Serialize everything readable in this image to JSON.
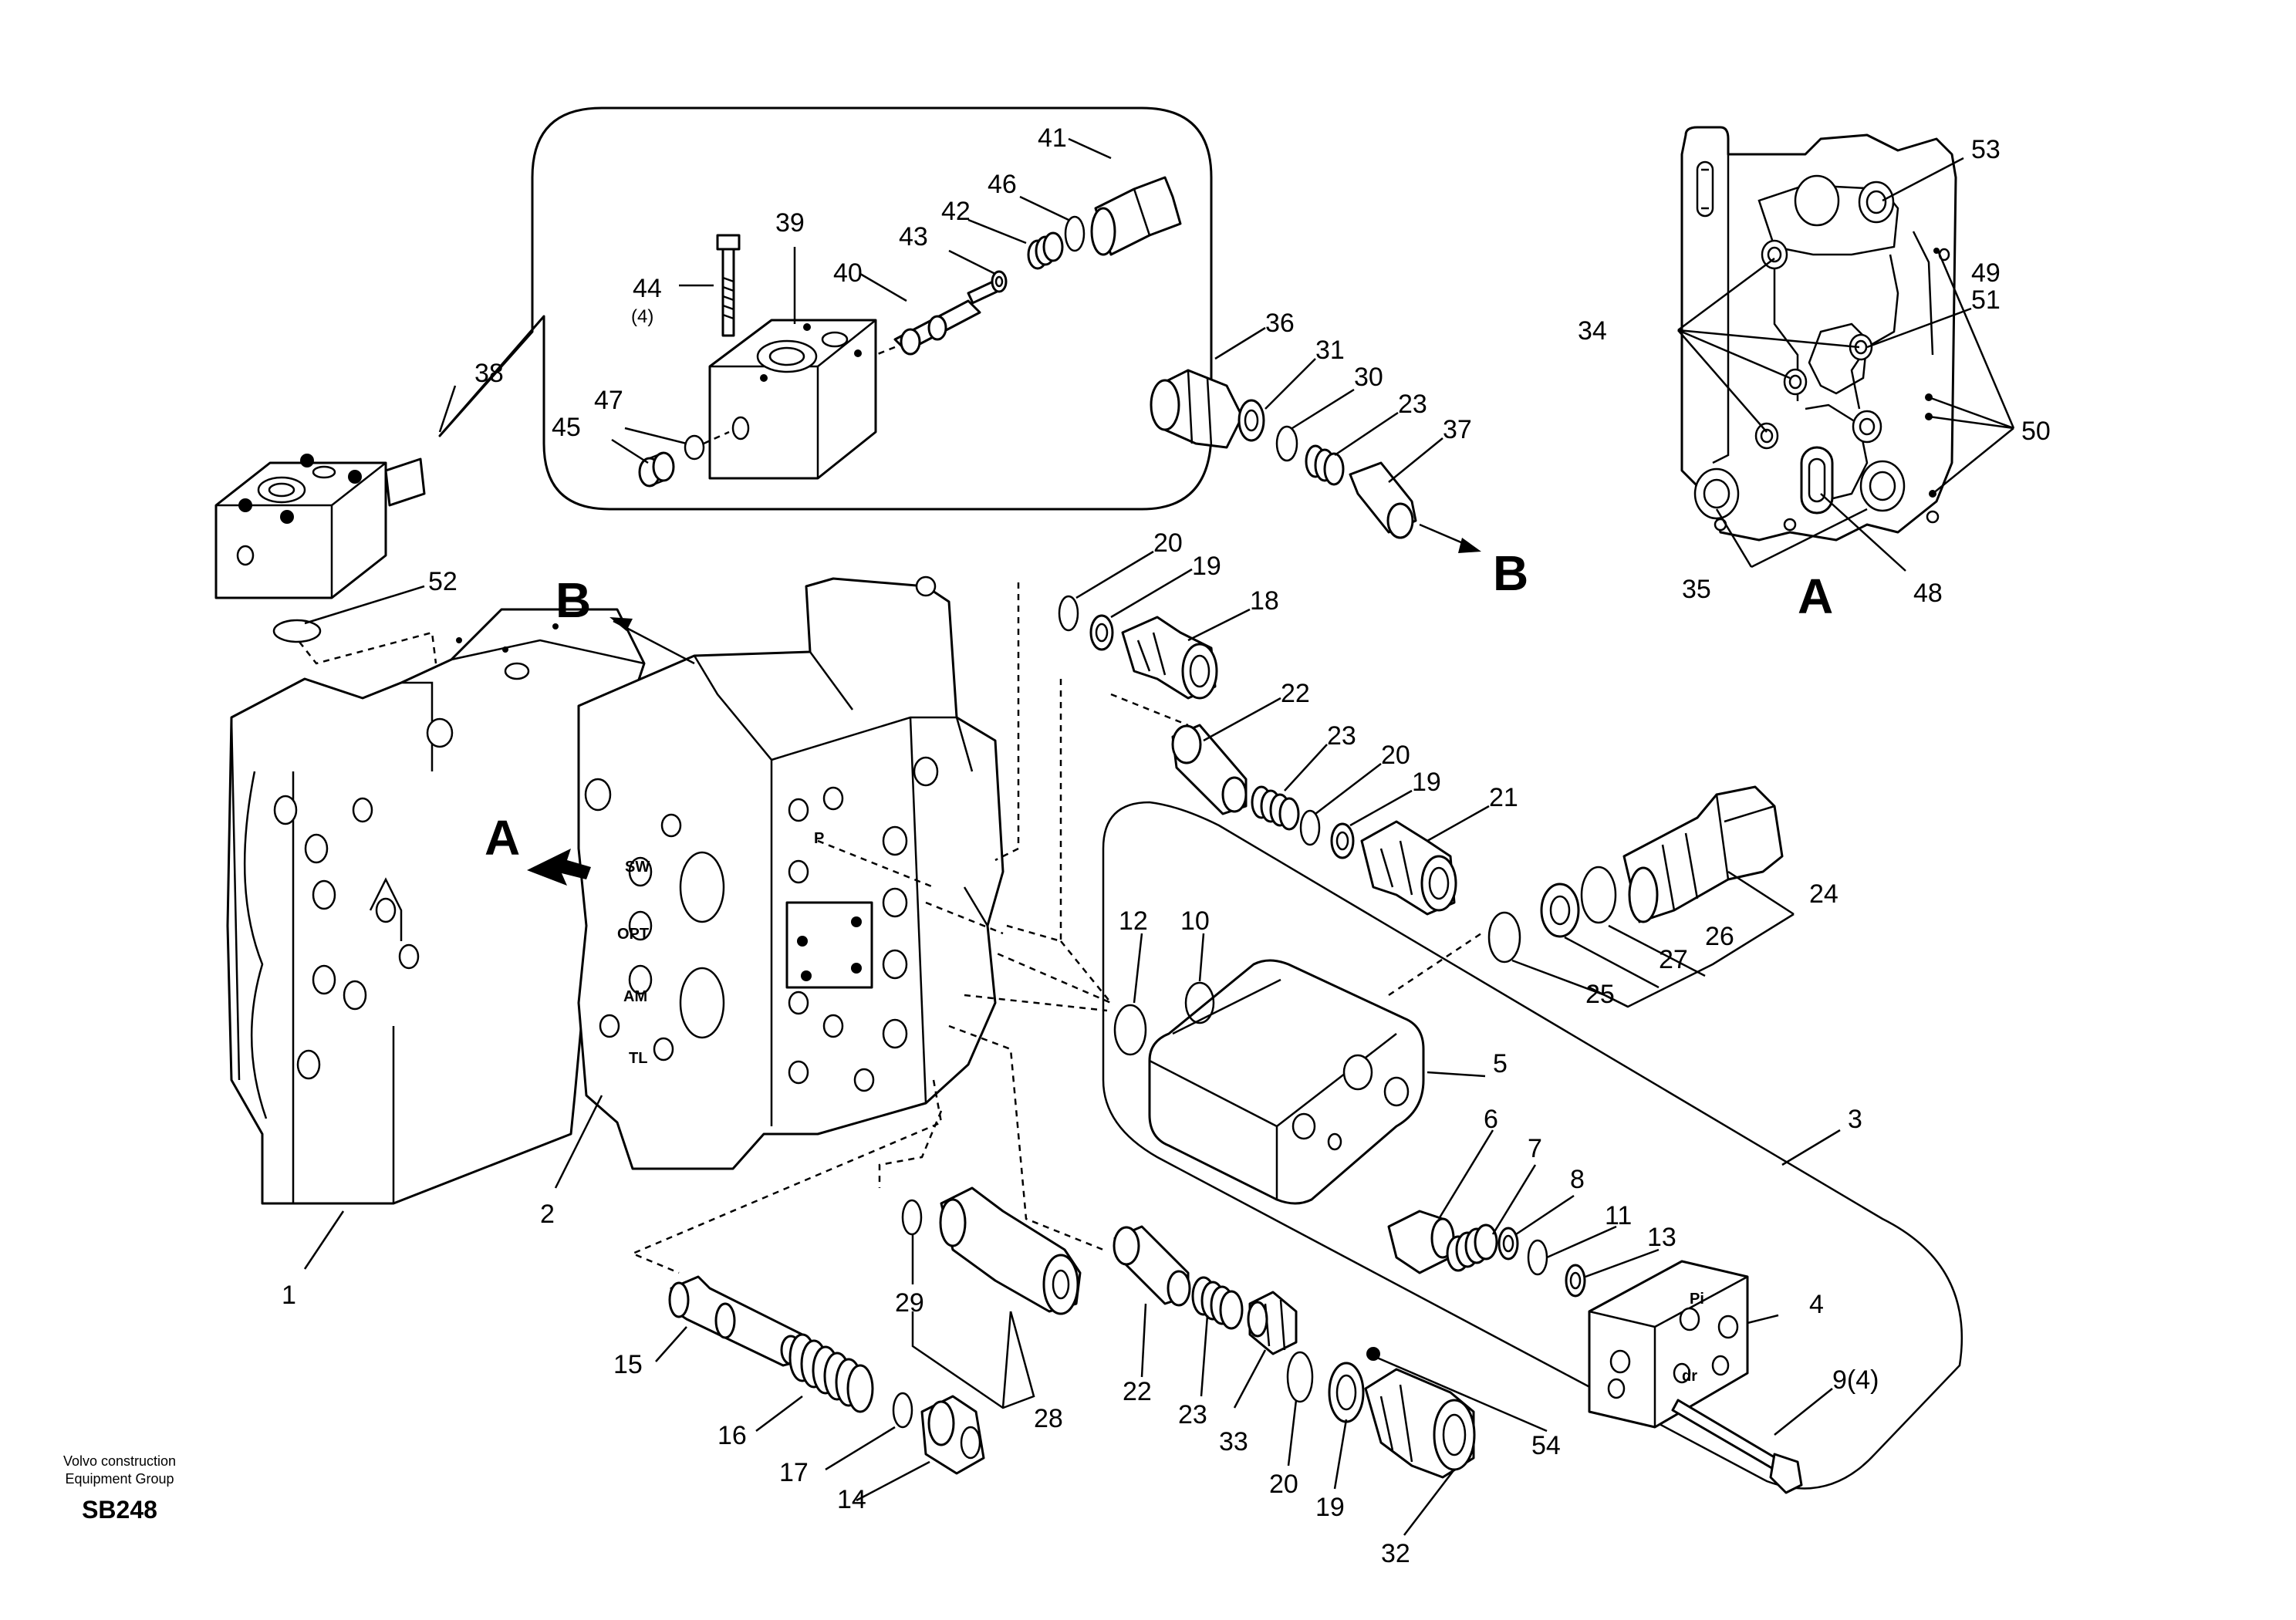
{
  "callouts": {
    "c1": "1",
    "c2": "2",
    "c3": "3",
    "c4": "4",
    "c5": "5",
    "c6": "6",
    "c7": "7",
    "c8": "8",
    "c9": "9(4)",
    "c10": "10",
    "c11": "11",
    "c12": "12",
    "c13": "13",
    "c14": "14",
    "c15": "15",
    "c16": "16",
    "c17": "17",
    "c18": "18",
    "c19a": "19",
    "c19b": "19",
    "c19c": "19",
    "c20a": "20",
    "c20b": "20",
    "c20c": "20",
    "c21": "21",
    "c22a": "22",
    "c22b": "22",
    "c23a": "23",
    "c23b": "23",
    "c23c": "23",
    "c24": "24",
    "c25": "25",
    "c26": "26",
    "c27": "27",
    "c28": "28",
    "c29": "29",
    "c30": "30",
    "c31": "31",
    "c32": "32",
    "c33": "33",
    "c34": "34",
    "c35": "35",
    "c36": "36",
    "c37": "37",
    "c38": "38",
    "c39": "39",
    "c40": "40",
    "c41": "41",
    "c42": "42",
    "c43": "43",
    "c44": "44",
    "c44qty": "(4)",
    "c45": "45",
    "c46": "46",
    "c47": "47",
    "c48": "48",
    "c49": "49",
    "c50": "50",
    "c51": "51",
    "c52": "52",
    "c53": "53",
    "c54": "54"
  },
  "view_labels": {
    "a_detail": "A",
    "a_arrow": "A",
    "b_arrow": "B",
    "b_target": "B"
  },
  "engravings": {
    "p": "P",
    "sw": "SW",
    "opt": "OPT",
    "am": "AM",
    "tl": "TL",
    "pi": "Pi",
    "dr": "dr"
  },
  "footer": {
    "line1": "Volvo construction",
    "line2": "Equipment Group",
    "code": "SB248"
  }
}
